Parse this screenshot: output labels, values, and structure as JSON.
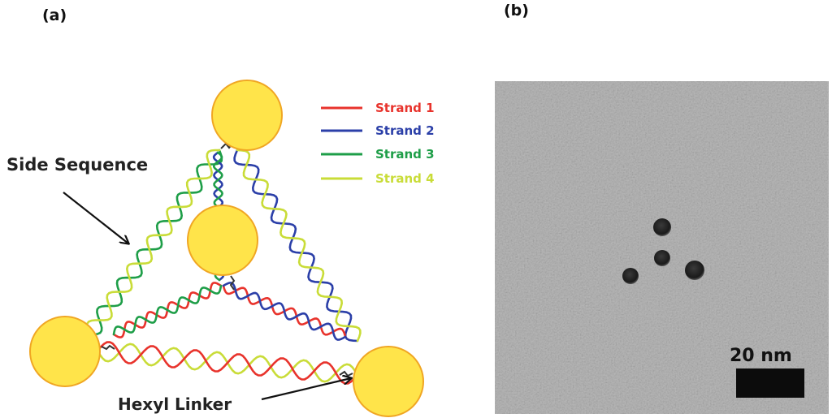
{
  "panels": {
    "a_label": "(a)",
    "b_label": "(b)"
  },
  "diagram": {
    "annotations": {
      "side_sequence": "Side Sequence",
      "hexyl_linker": "Hexyl Linker"
    },
    "legend": [
      {
        "label": "Strand 1",
        "color": "#e8332c"
      },
      {
        "label": "Strand 2",
        "color": "#2b3fa8"
      },
      {
        "label": "Strand 3",
        "color": "#1e9e48"
      },
      {
        "label": "Strand 4",
        "color": "#c9dc38"
      }
    ],
    "particle_color": "#ffe44a",
    "particle_stroke": "#f0a623"
  },
  "micrograph": {
    "scale_bar_label": "20 nm",
    "background_color": "#b9b9b9"
  }
}
